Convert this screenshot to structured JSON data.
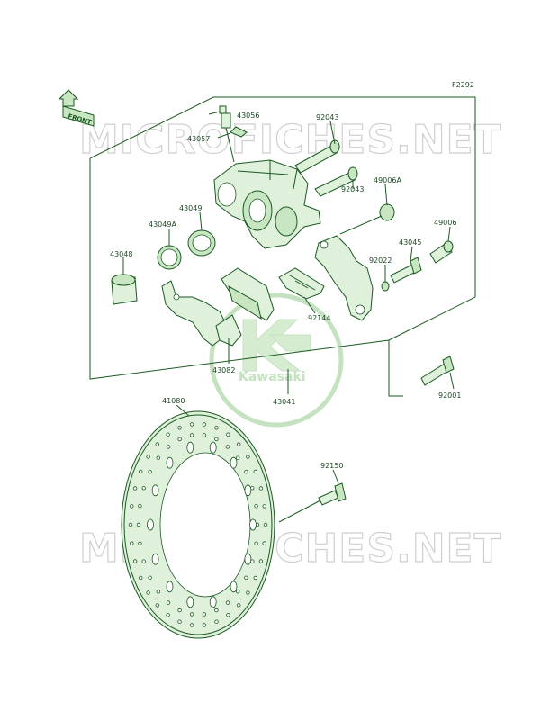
{
  "diagram": {
    "code": "F2292",
    "front_label": "FRONT",
    "logo_text": "Kawasaki",
    "watermark": "MICROFICHES.NET",
    "parts": [
      {
        "id": "43056"
      },
      {
        "id": "43057"
      },
      {
        "id": "92043"
      },
      {
        "id": "92043"
      },
      {
        "id": "49006A"
      },
      {
        "id": "49006"
      },
      {
        "id": "43049"
      },
      {
        "id": "43049A"
      },
      {
        "id": "43048"
      },
      {
        "id": "43045"
      },
      {
        "id": "92022"
      },
      {
        "id": "92144"
      },
      {
        "id": "43082"
      },
      {
        "id": "43041"
      },
      {
        "id": "92001"
      },
      {
        "id": "41080"
      },
      {
        "id": "92150"
      }
    ]
  }
}
